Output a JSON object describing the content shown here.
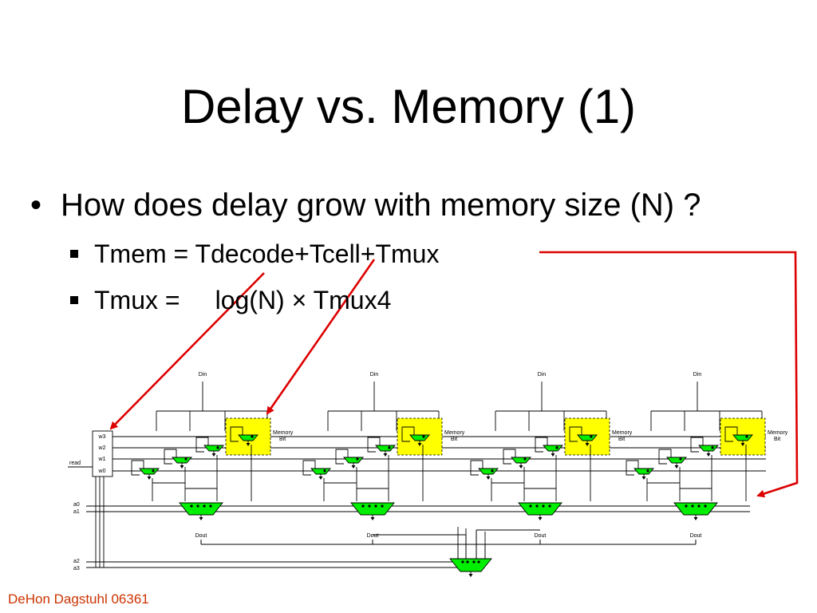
{
  "title": "Delay vs. Memory (1)",
  "bullets": {
    "level1": "How does delay grow with memory size (N) ?",
    "tmem": "Tmem = Tdecode+Tcell+Tmux",
    "tmux_lhs": "Tmux =",
    "tmux_rhs": "log(N) × Tmux4"
  },
  "diagram": {
    "din_label": "Din",
    "dout_label": "Dout",
    "memory_label": "Memory",
    "bit_label": "Bit",
    "read_label": "read",
    "word_lines": [
      "w3",
      "w2",
      "w1",
      "w0"
    ],
    "addr_low": [
      "a0",
      "a1"
    ],
    "addr_high": [
      "a2",
      "a3"
    ]
  },
  "colors": {
    "mux_fill": "#00ee00",
    "memory_bit_highlight": "#ffff00",
    "arrow": "#dd0000",
    "footer": "#cc3300"
  },
  "footer": "DeHon Dagstuhl 06361"
}
